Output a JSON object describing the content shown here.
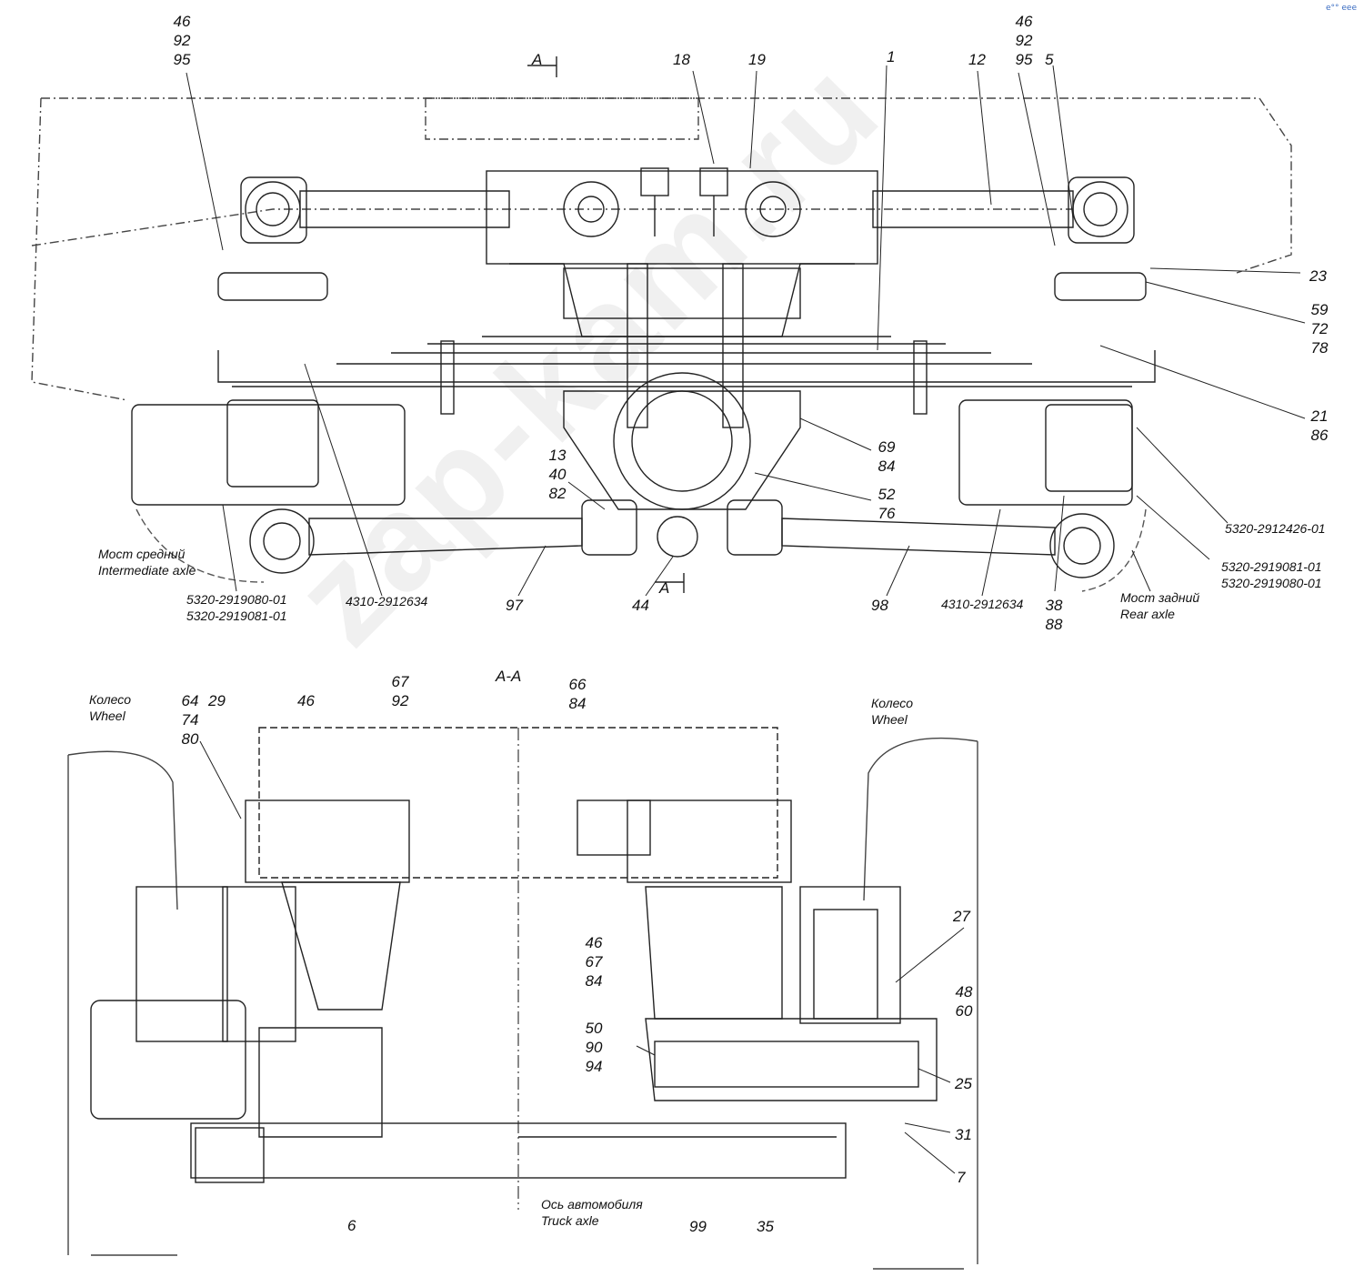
{
  "labels_top": {
    "l1": "46\n92\n95",
    "l2": "46\n92\n95",
    "sect_a_top": "A",
    "sect_a_bottom": "A",
    "n18": "18",
    "n19": "19",
    "n1": "1",
    "n12": "12",
    "n5": "5",
    "n23": "23",
    "n59": "59\n72\n78",
    "n21": "21\n86",
    "n69": "69\n84",
    "n13": "13\n40\n82",
    "n52": "52\n76",
    "p_5320_2912426": "5320-2912426-01",
    "p_rear_pair": "5320-2919081-01\n5320-2919080-01",
    "mid_axle": "Мост средний\nIntermediate axle",
    "p_front_pair": "5320-2919080-01\n5320-2919081-01",
    "p_4310_left": "4310-2912634",
    "n97": "97",
    "n44": "44",
    "n98": "98",
    "p_4310_right": "4310-2912634",
    "n38": "38\n88",
    "rear_axle": "Мост задний\nRear axle"
  },
  "labels_bottom": {
    "section": "A-A",
    "wheel_left": "Колесо\nWheel",
    "wheel_right": "Колесо\nWheel",
    "n64": "64\n74\n80",
    "n29": "29",
    "n46": "46",
    "n67": "67\n92",
    "n66": "66\n84",
    "n46b": "46\n67\n84",
    "n50": "50\n90\n94",
    "n27": "27",
    "n48": "48\n60",
    "n25": "25",
    "n31": "31",
    "n7": "7",
    "n6": "6",
    "truck_axle": "Ось автомобиля\nTruck axle",
    "n99": "99",
    "n35": "35"
  },
  "watermark": "zap-kam.ru",
  "corner_mark": "e°° eee"
}
